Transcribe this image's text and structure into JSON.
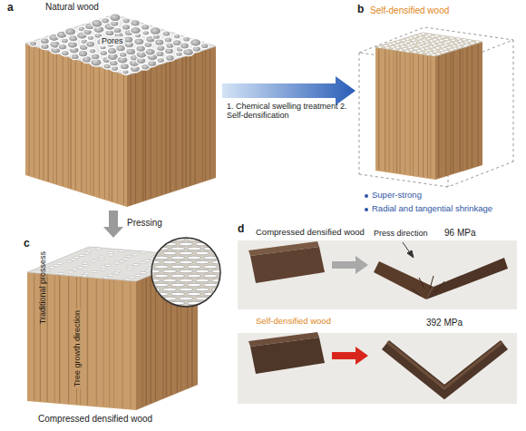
{
  "diagram": {
    "nodes": [
      {
        "text": [
          "Natural wood",
          "Pores"
        ]
      },
      {
        "text": [
          "Self-densified wood"
        ]
      },
      {
        "text": [
          "Compressed densified wood"
        ]
      }
    ],
    "edges": [
      {
        "from": 0,
        "to": 1,
        "arrow": "to",
        "label": "1. Chemical swelling treatment 2. Self-densification"
      },
      {
        "from": 0,
        "to": 2,
        "arrow": "to",
        "label": "Pressing"
      }
    ],
    "labels": [
      "a",
      "b",
      "Super-strong",
      "Radial and tangential shrinkage",
      "Traditional prossess",
      "c",
      "Tree growth direction",
      "d",
      "Compressed densified wood",
      "Press direction",
      "96 MPa",
      "Self-densified wood",
      "392 MPa"
    ]
  }
}
